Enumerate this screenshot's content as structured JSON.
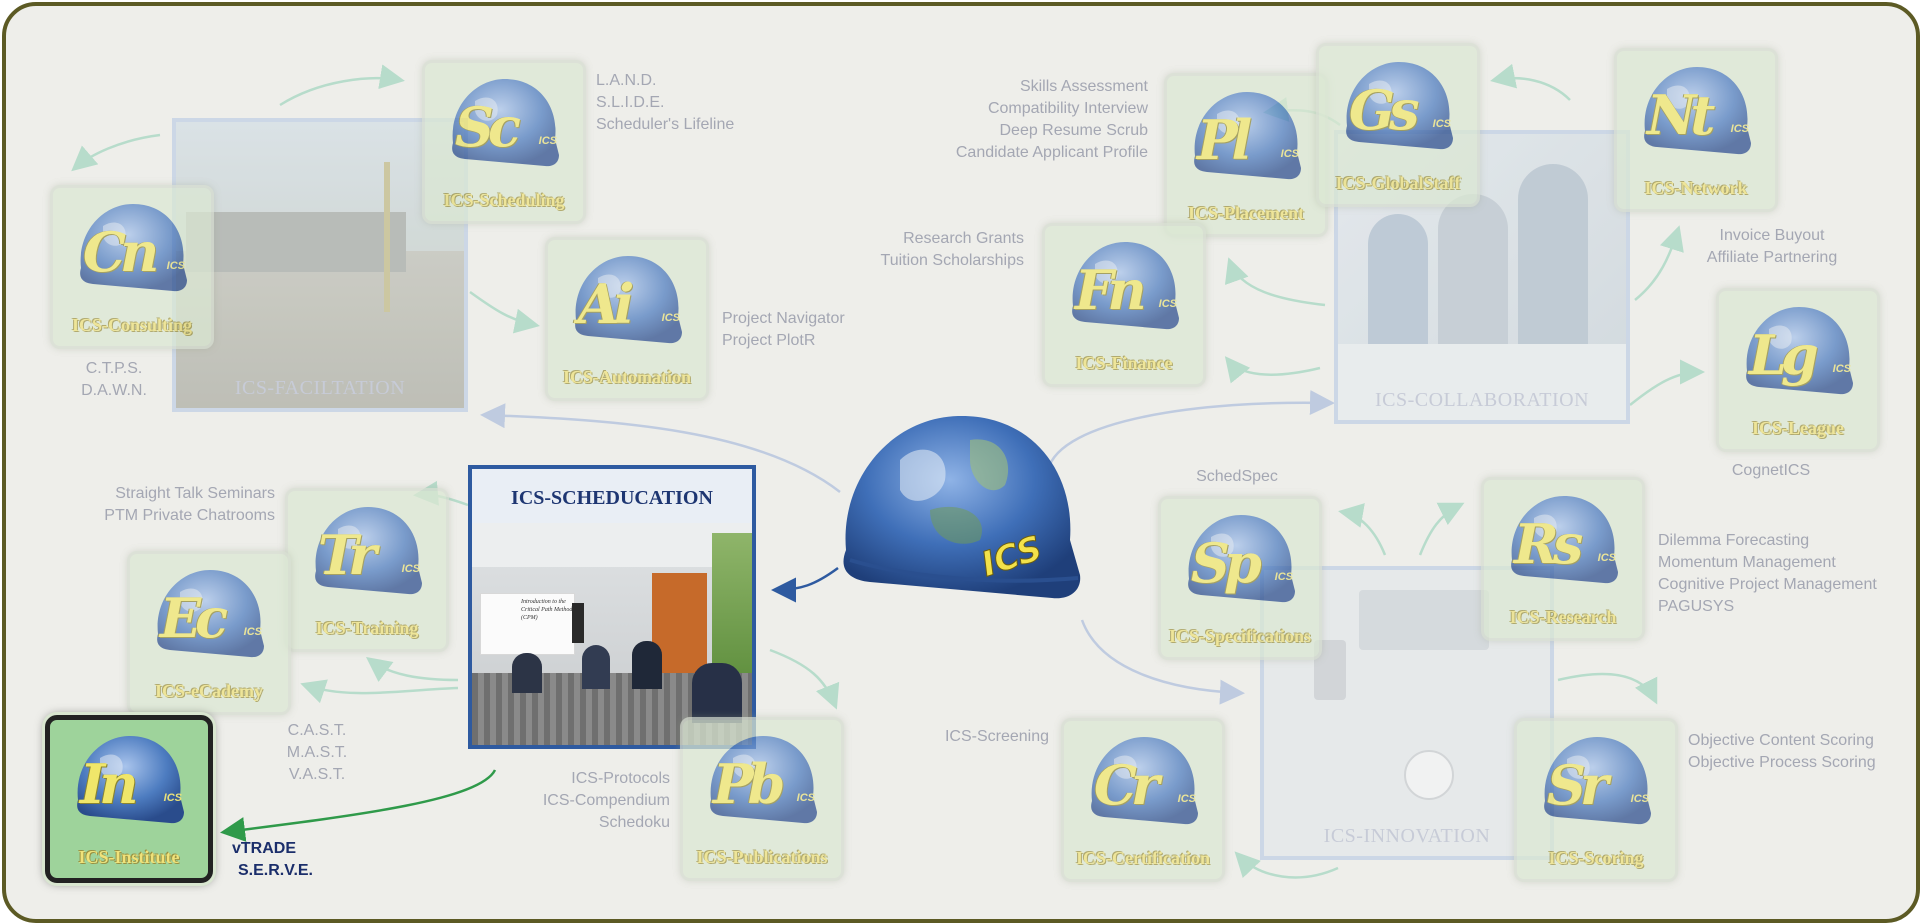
{
  "groups": {
    "facilitation": "ICS-FACILTATION",
    "collaboration": "ICS-COLLABORATION",
    "innovation": "ICS-INNOVATION",
    "schededucation": "ICS-SCHEDUCATION"
  },
  "center": {
    "hat_text": "ICS"
  },
  "tiles": {
    "scheduling": {
      "mono": "Sc",
      "name": "ICS-Scheduling"
    },
    "consulting": {
      "mono": "Cn",
      "name": "ICS-Consulting"
    },
    "automation": {
      "mono": "Ai",
      "name": "ICS-Automation"
    },
    "training": {
      "mono": "Tr",
      "name": "ICS-Training"
    },
    "ecademy": {
      "mono": "Ec",
      "name": "ICS-eCademy"
    },
    "institute": {
      "mono": "In",
      "name": "ICS-Institute"
    },
    "publications": {
      "mono": "Pb",
      "name": "ICS-Publications"
    },
    "placement": {
      "mono": "Pl",
      "name": "ICS-Placement"
    },
    "globalstaff": {
      "mono": "Gs",
      "name": "ICS-GlobalStaff"
    },
    "network": {
      "mono": "Nt",
      "name": "ICS-Network"
    },
    "finance": {
      "mono": "Fn",
      "name": "ICS-Finance"
    },
    "league": {
      "mono": "Lg",
      "name": "ICS-League"
    },
    "specifications": {
      "mono": "Sp",
      "name": "ICS-Specifications"
    },
    "research": {
      "mono": "Rs",
      "name": "ICS-Research"
    },
    "certification": {
      "mono": "Cr",
      "name": "ICS-Certification"
    },
    "scoring": {
      "mono": "Sr",
      "name": "ICS-Scoring"
    }
  },
  "tile_badge": "ICS",
  "labels": {
    "scheduling": [
      "L.A.N.D.",
      "S.L.I.D.E.",
      "Scheduler's Lifeline"
    ],
    "consulting": [
      "C.T.P.S.",
      "D.A.W.N."
    ],
    "automation": [
      "Project Navigator",
      "Project PlotR"
    ],
    "training": [
      "Straight Talk Seminars",
      "PTM Private Chatrooms"
    ],
    "ecademy": [
      "C.A.S.T.",
      "M.A.S.T.",
      "V.A.S.T."
    ],
    "institute": [
      "vTRADE",
      "S.E.R.V.E."
    ],
    "publications": [
      "ICS-Protocols",
      "ICS-Compendium",
      "Schedoku"
    ],
    "placement": [
      "Skills Assessment",
      "Compatibility Interview",
      "Deep Resume Scrub",
      "Candidate Applicant Profile"
    ],
    "finance": [
      "Research Grants",
      "Tuition Scholarships"
    ],
    "network": [
      "Invoice Buyout",
      "Affiliate Partnering"
    ],
    "league": [
      "CognetICS"
    ],
    "specifications": [
      "SchedSpec"
    ],
    "research": [
      "Dilemma Forecasting",
      "Momentum Management",
      "Cognitive Project Management",
      "PAGUSYS"
    ],
    "certification": [
      "ICS-Screening"
    ],
    "scoring": [
      "Objective Content Scoring",
      "Objective Process Scoring"
    ]
  },
  "card_slide": {
    "line1": "Introduction to the",
    "line2": "Critical Path Method",
    "line3": "(CPM)"
  },
  "colors": {
    "frame": "#5c5a24",
    "card_border": "#2e5aa0",
    "arrow_green": "#b7dccb",
    "arrow_blue": "#bfcbe0",
    "arrow_active": "#2f9a4a",
    "arrow_dark": "#2e5aa0"
  }
}
